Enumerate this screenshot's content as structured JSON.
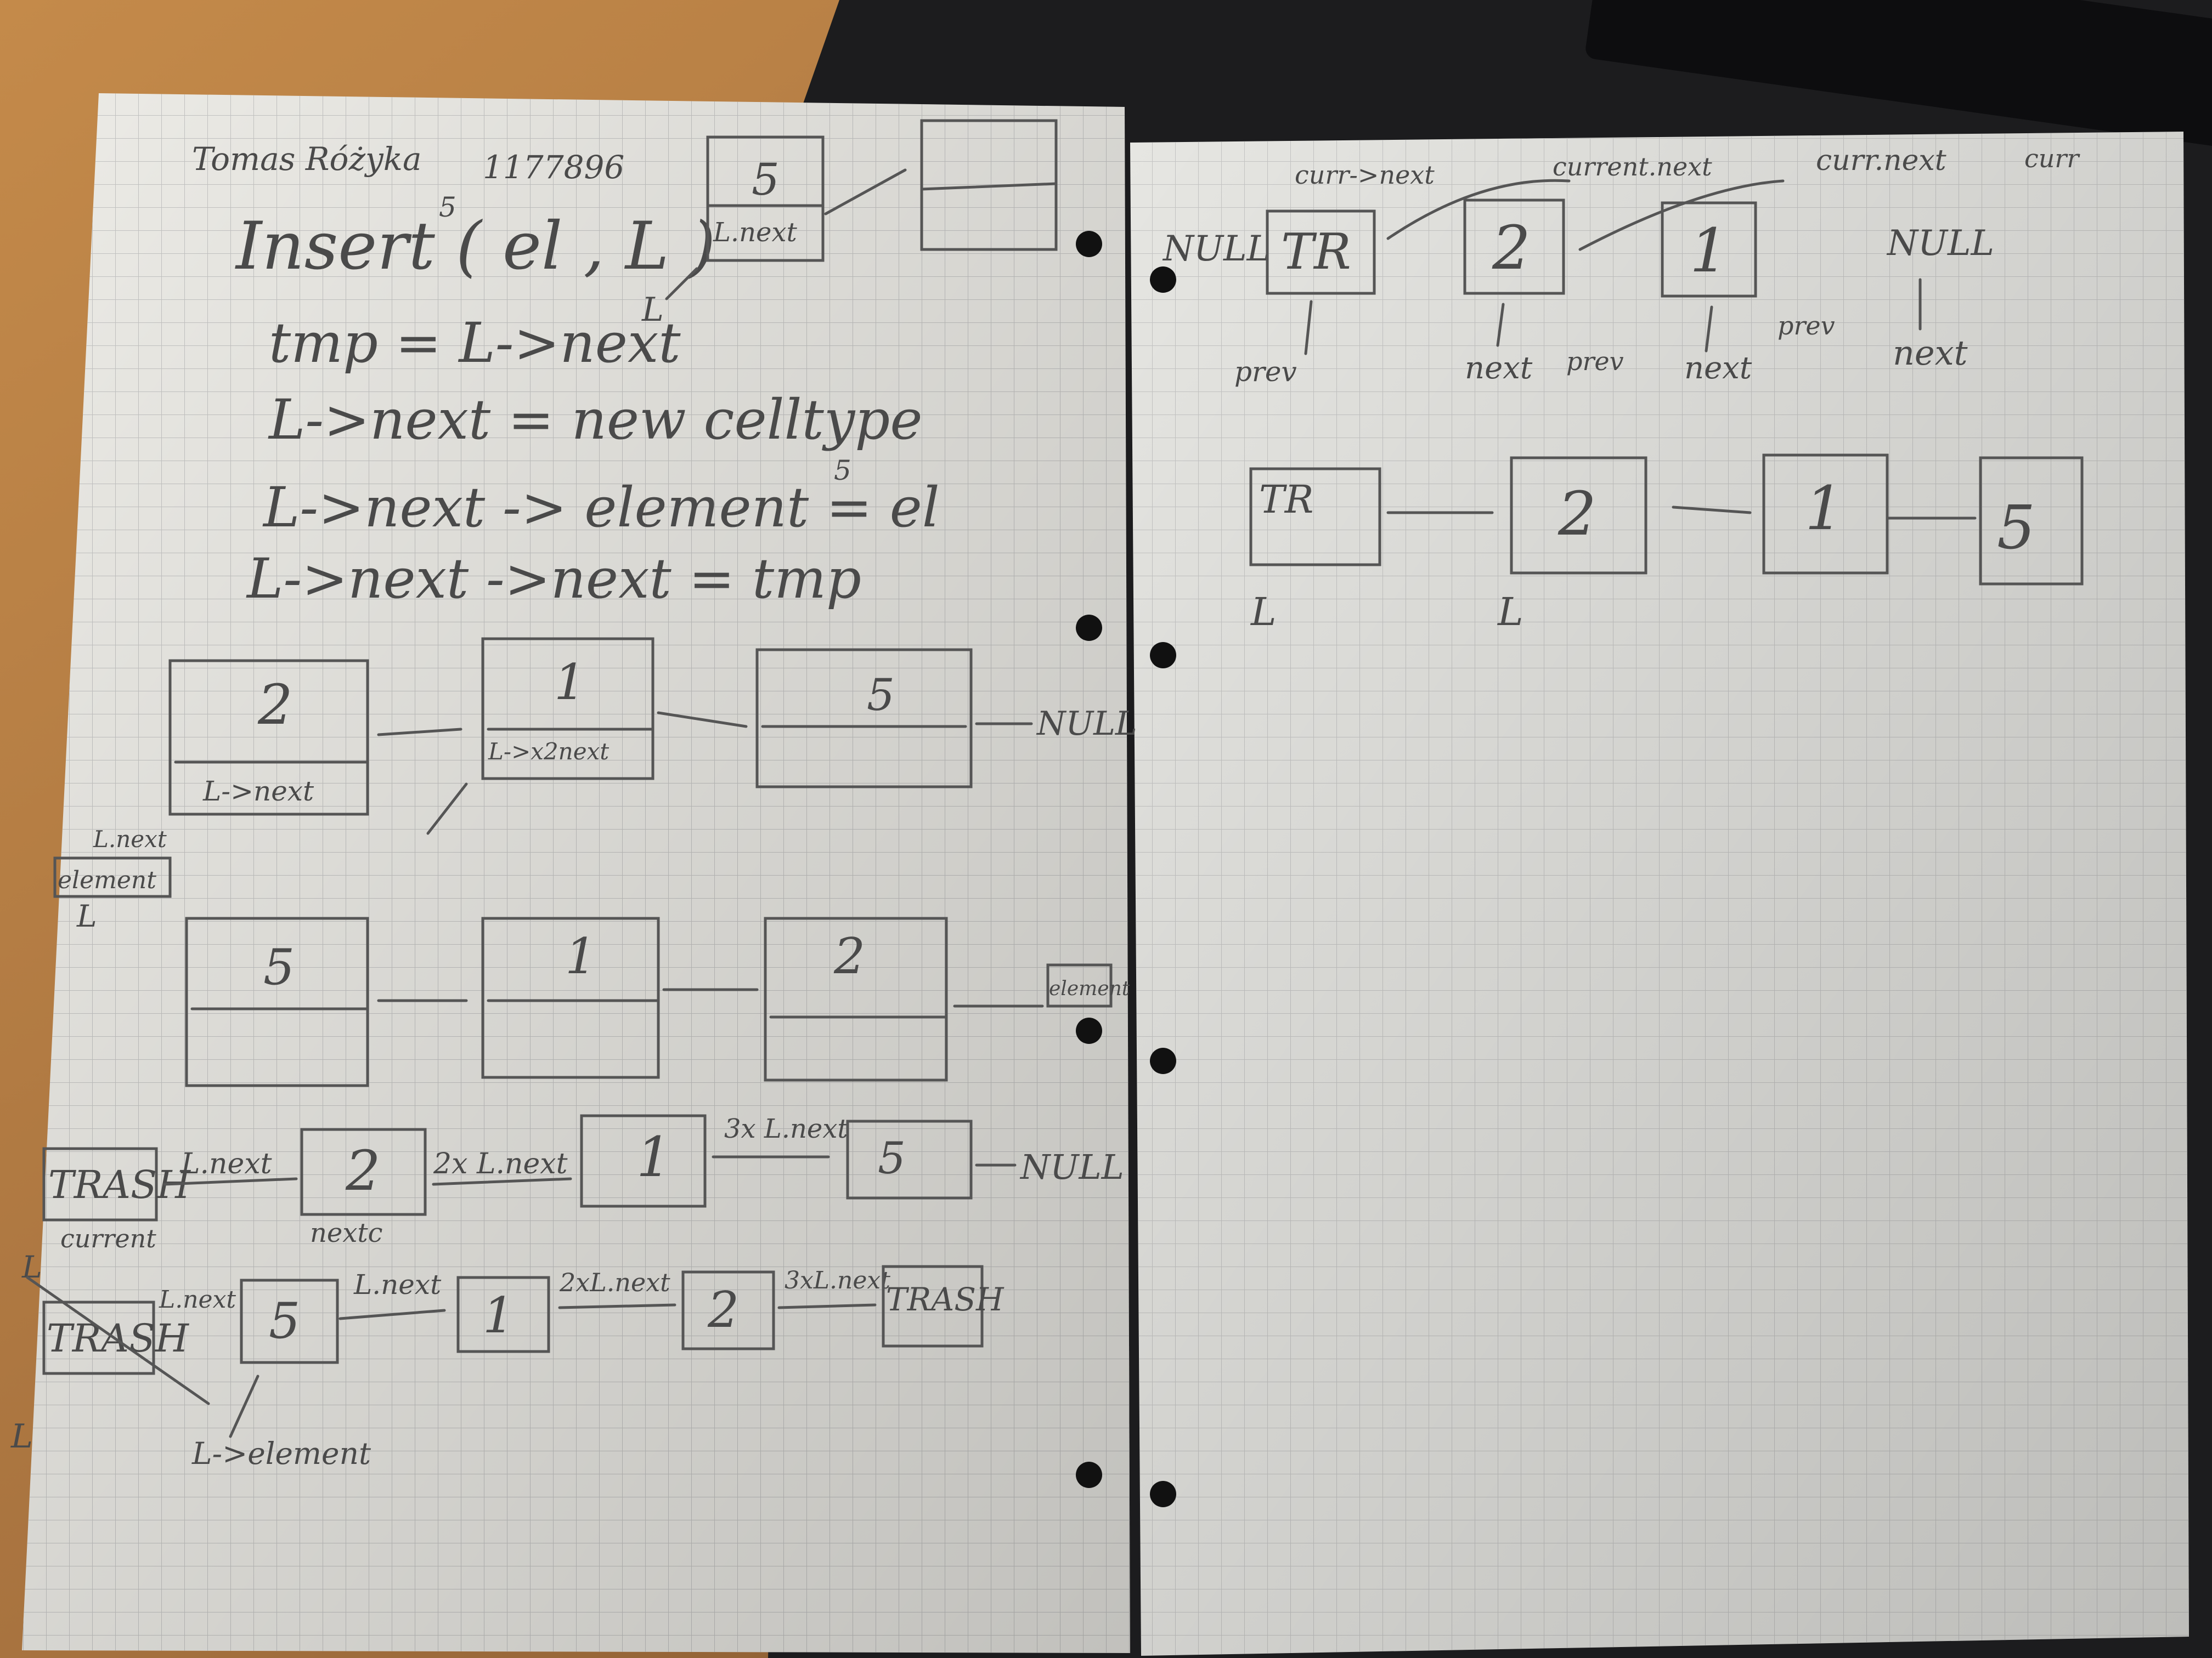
{
  "colors": {
    "desk": "#a8733f",
    "desk_dark": "#6b4526",
    "mat": "#1c1c1e",
    "paper": "#ecebe6",
    "grid": "#b9b9b9",
    "pencil": "#555555"
  },
  "left_page": {
    "header": {
      "name": "Tomas Różyka",
      "id": "1177896"
    },
    "code": {
      "title": "Insert ( el , L )",
      "line1": "tmp = L->next",
      "line2": "L->next = new celltype",
      "line3": "L->next -> element = el",
      "line4": "L->next ->next = tmp",
      "small_5a": "5",
      "small_5b": "5"
    },
    "top_diagram": {
      "node_value": "5",
      "node_label": "L.next",
      "pointer": "L"
    },
    "row1": {
      "node1": "2",
      "node1_sub": "L->next",
      "node2": "1",
      "node2_sub": "L->x2next",
      "node3": "5",
      "tail": "NULL",
      "side_label_a": "L.next",
      "side_label_b": "element",
      "side_pointer": "L"
    },
    "row2": {
      "node1": "5",
      "node2": "1",
      "node3": "2",
      "side_label": "element"
    },
    "row3": {
      "node0": "TRASH",
      "arrow1": "L.next",
      "node1": "2",
      "arrow2": "2x L.next",
      "node2": "1",
      "arrow3": "3x L.next",
      "node3": "5",
      "tail": "NULL",
      "below0": "current",
      "below1": "nextc",
      "pointer": "L"
    },
    "row4": {
      "node0": "TRASH",
      "arrow0": "L.next",
      "node1": "5",
      "arrow1": "L.next",
      "node2": "1",
      "arrow2": "2xL.next",
      "node3": "2",
      "arrow3": "3xL.next",
      "node4": "TRASH",
      "below": "L->element",
      "pointer": "L"
    }
  },
  "right_page": {
    "top_labels": {
      "a": "curr->next",
      "b": "current.next",
      "c": "curr.next",
      "d": "curr"
    },
    "row1": {
      "null_left": "NULL",
      "node1": "TR",
      "node2": "2",
      "node3": "1",
      "null_right": "NULL",
      "prev1": "prev",
      "next2": "next",
      "prev2": "prev",
      "next3": "next",
      "prev3": "prev",
      "next4": "next"
    },
    "row2": {
      "node1": "TR",
      "node2": "2",
      "node3": "1",
      "node4": "5",
      "pointer1": "L",
      "pointer2": "L"
    }
  }
}
